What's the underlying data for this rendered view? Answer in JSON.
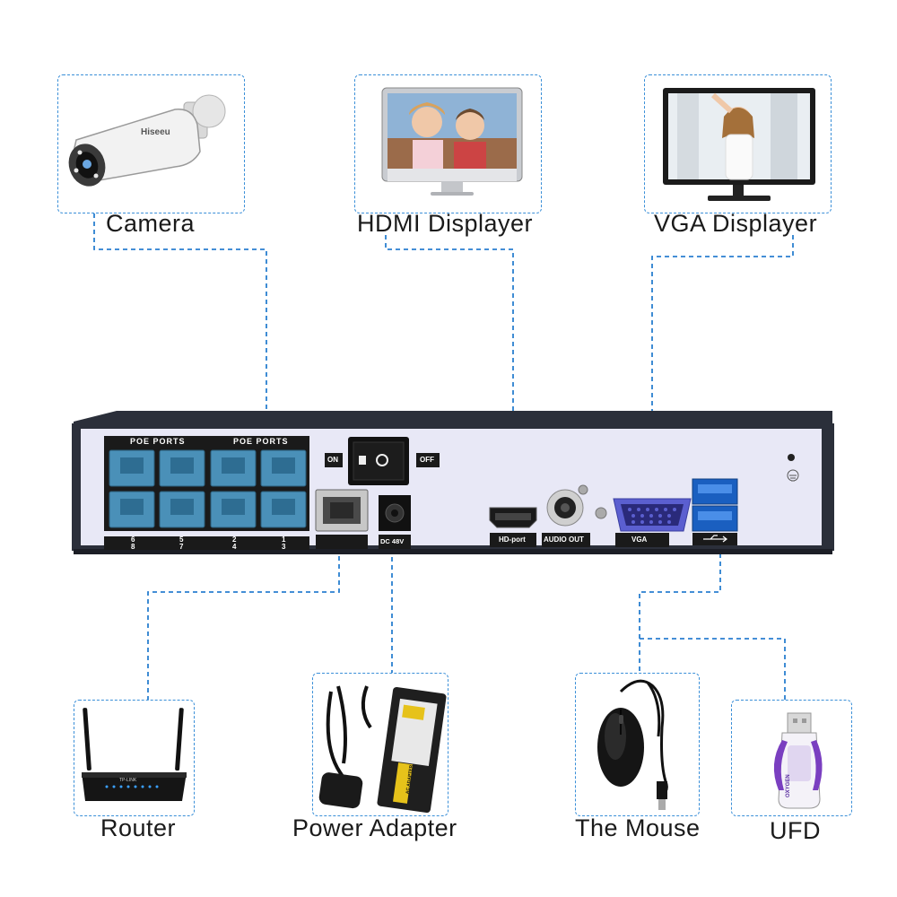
{
  "devices": {
    "camera": {
      "label": "Camera",
      "brand": "Hiseeu"
    },
    "hdmi_display": {
      "label": "HDMI Displayer"
    },
    "vga_display": {
      "label": "VGA Displayer"
    },
    "router": {
      "label": "Router",
      "brand": "TP-LINK"
    },
    "power_adapter": {
      "label": "Power Adapter",
      "sticker": "AC ADAPTER"
    },
    "mouse": {
      "label": "The Mouse"
    },
    "ufd": {
      "label": "UFD",
      "brand": "OXYGEN"
    }
  },
  "nvr": {
    "poe_label_left": "POE PORTS",
    "poe_label_right": "POE PORTS",
    "port_numbers_top": [
      "6",
      "5",
      "2",
      "1"
    ],
    "port_numbers_bottom": [
      "8",
      "7",
      "4",
      "3"
    ],
    "switch_on": "ON",
    "switch_off": "OFF",
    "dc_label": "DC 48V",
    "hdmi_port_label": "HD-port",
    "audio_label": "AUDIO OUT",
    "vga_label": "VGA"
  },
  "colors": {
    "wire": "#2a7fd0",
    "box_border": "#3a8fd8",
    "nvr_panel": "#e8e8f6",
    "nvr_body": "#2b2f3a",
    "rj45": "#4a90b8"
  }
}
